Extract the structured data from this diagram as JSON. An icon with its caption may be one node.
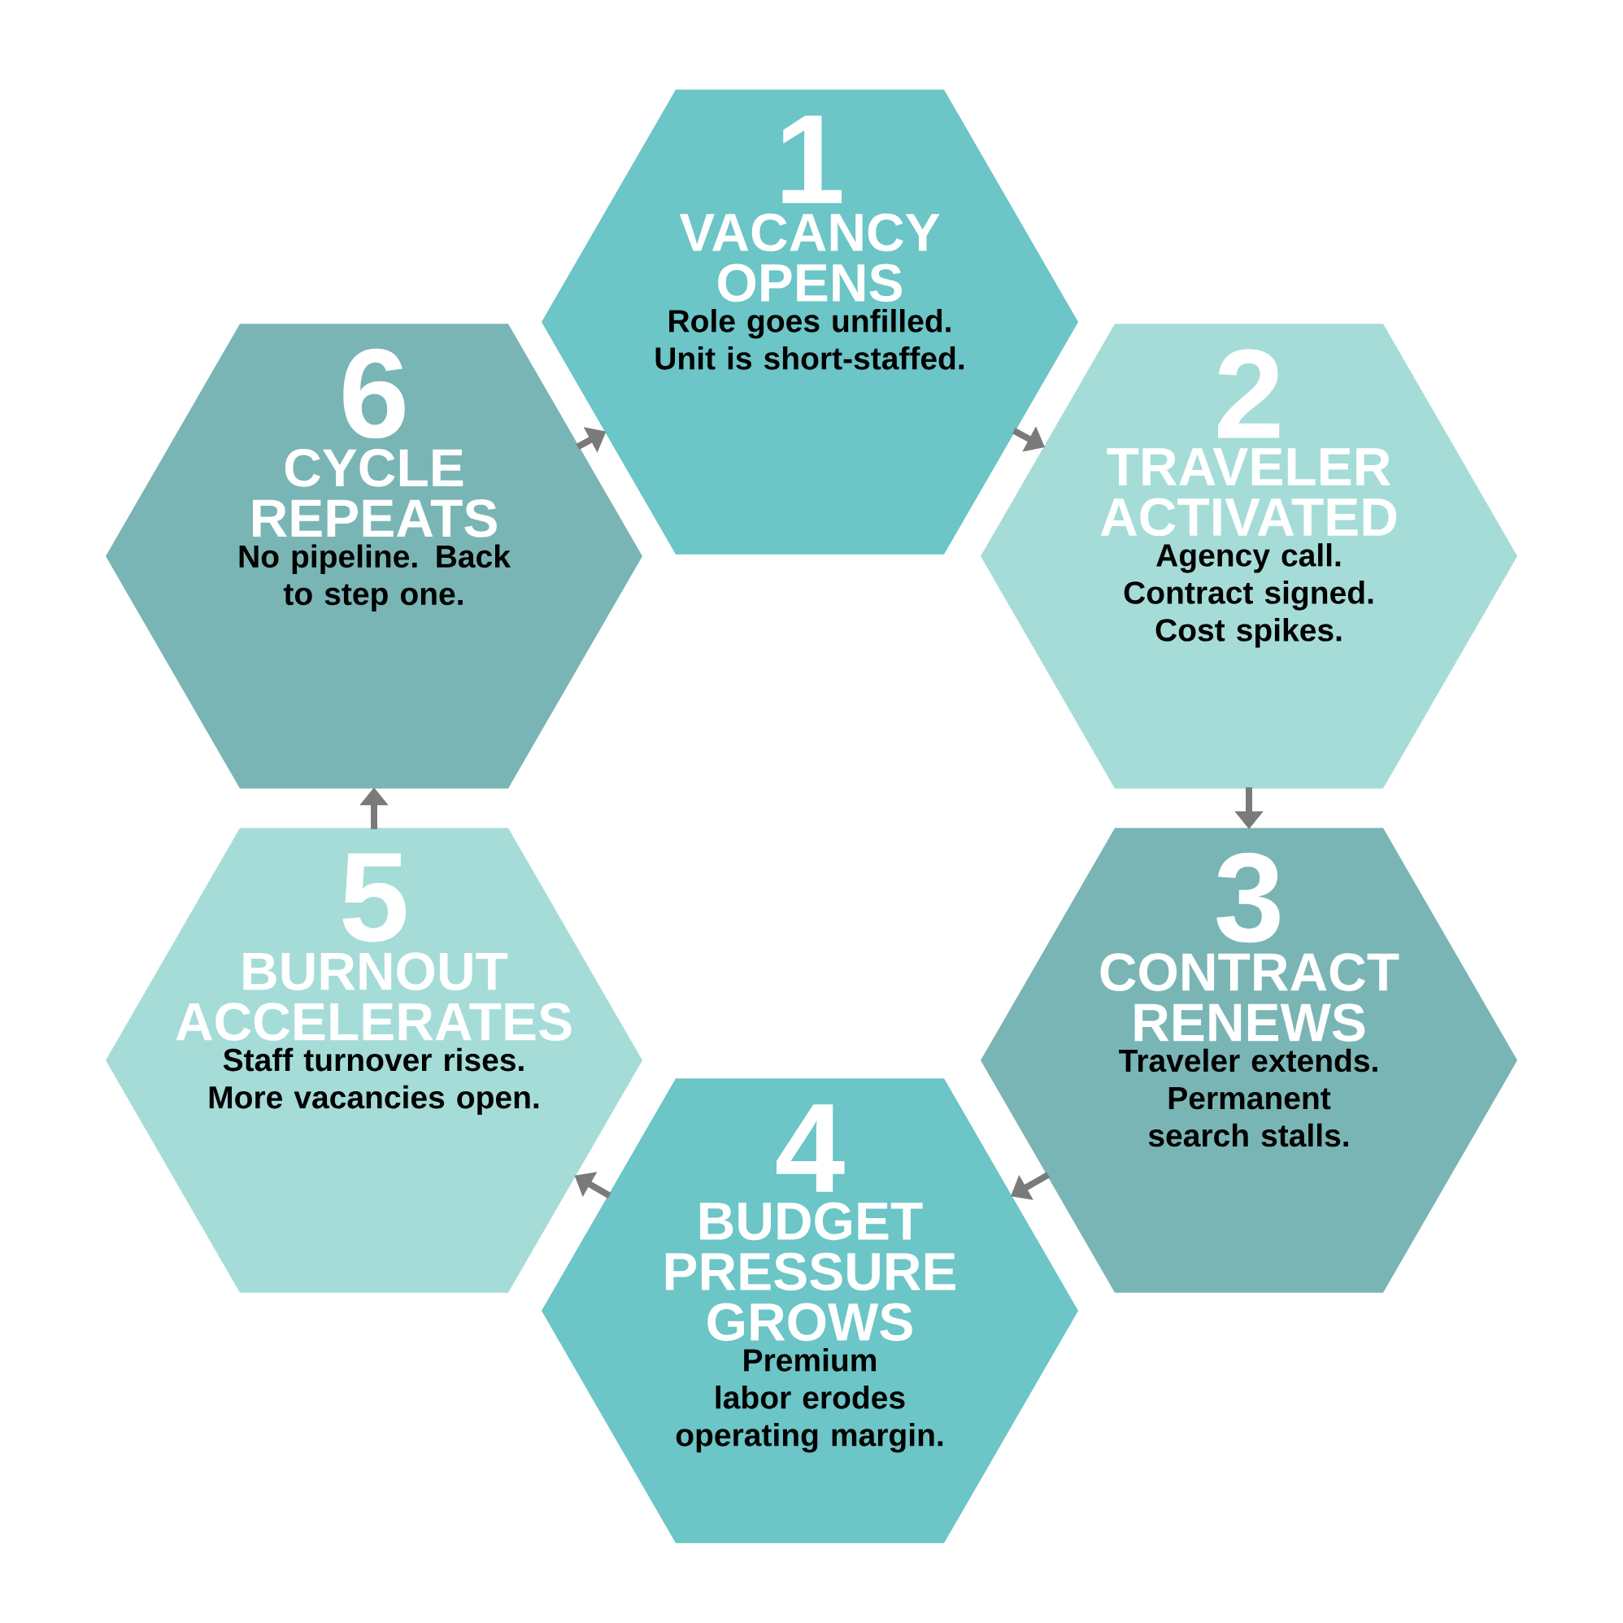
{
  "diagram": {
    "nodes": [
      {
        "text": [
          "1",
          "VACANCY OPENS",
          "Role goes unfilled. Unit is short-staffed."
        ]
      },
      {
        "text": [
          "2",
          "TRAVELER ACTIVATED",
          "Agency call. Contract signed. Cost spikes."
        ]
      },
      {
        "text": [
          "3",
          "CONTRACT RENEWS",
          "Traveler extends. Permanent search stalls."
        ]
      },
      {
        "text": [
          "4",
          "BUDGET PRESSURE GROWS",
          "Premium labor erodes operating margin."
        ]
      },
      {
        "text": [
          "5",
          "BURNOUT ACCELERATES",
          "Staff turnover rises. More vacancies open."
        ]
      },
      {
        "text": [
          "6",
          "CYCLE REPEATS",
          "No pipeline. Back to step one."
        ]
      }
    ],
    "edges": [
      {
        "from": 0,
        "to": 1,
        "arrow": "to"
      },
      {
        "from": 1,
        "to": 2,
        "arrow": "to"
      },
      {
        "from": 2,
        "to": 3,
        "arrow": "to"
      },
      {
        "from": 3,
        "to": 4,
        "arrow": "to"
      },
      {
        "from": 4,
        "to": 5,
        "arrow": "to"
      },
      {
        "from": 5,
        "to": 0,
        "arrow": "to"
      }
    ]
  }
}
